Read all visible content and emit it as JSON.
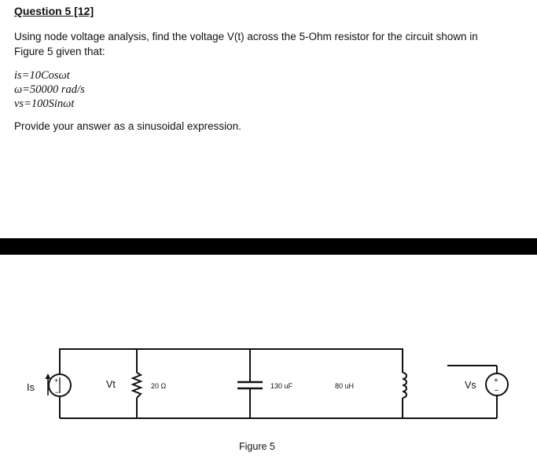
{
  "question": {
    "heading": "Question 5 [12]",
    "prompt_line1": "Using node voltage analysis, find the voltage V(t) across the 5-Ohm resistor for the circuit shown in",
    "prompt_line2": "Figure 5 given that:",
    "equations": [
      "is=10Cosωt",
      "ω=50000 rad/s",
      "vs=100Sinωt"
    ],
    "answer_instruction": "Provide your answer as a sinusoidal expression."
  },
  "figure": {
    "caption": "Figure 5",
    "labels": {
      "current_source": "Is",
      "vt": "Vt",
      "resistor": "20 Ω",
      "capacitor": "130 uF",
      "inductor": "80 uH",
      "voltage_source": "Vs",
      "plus": "+",
      "minus": "−"
    }
  }
}
